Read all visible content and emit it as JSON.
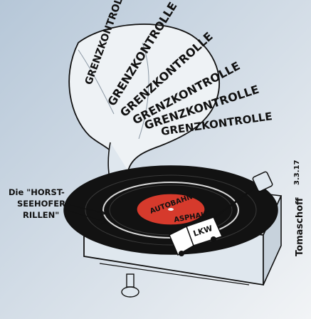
{
  "cartoon": {
    "shout_lines": [
      "GRENZKONTROLLE",
      "GRENZKONTROLLE",
      "GRENZKONTROLLE",
      "GRENZKONTROLLE",
      "GRENZKONTROLLE",
      "GRENZKONTROLLE"
    ],
    "caption_lines": [
      "Die \"HORST-",
      "SEEHOFER-",
      "RILLEN\""
    ],
    "record_label_lines": [
      "AUTOBAHN",
      "ASPHALT"
    ],
    "truck_label": "LKW",
    "signature": "Tomaschoff",
    "date_mark": "3.3.17",
    "colors": {
      "background_top": "#b6c7d8",
      "background_bottom": "#f2f4f6",
      "record": "#121212",
      "record_label": "#d63a2c",
      "phonograph_body": "#dfe7ee",
      "horn": "#eef2f5",
      "ink": "#111111"
    }
  }
}
